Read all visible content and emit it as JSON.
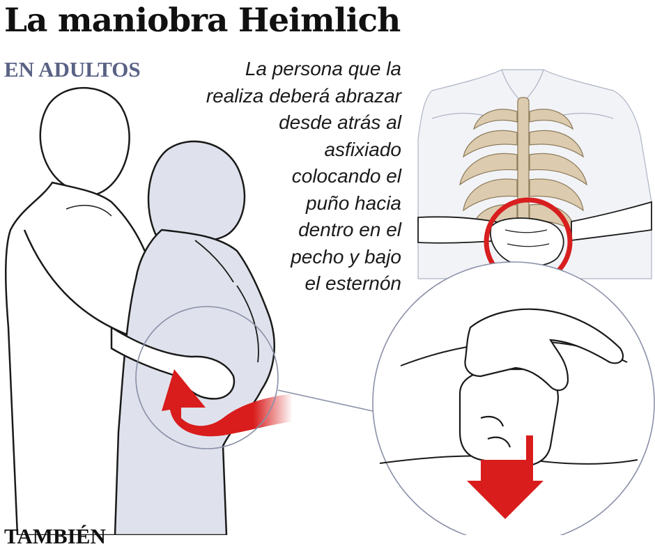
{
  "title": "La maniobra Heimlich",
  "section_label": "EN ADULTOS",
  "description_lines": [
    "La persona que la",
    "realiza deberá abrazar",
    "desde atrás al",
    "asfixiado",
    "colocando el",
    "puño hacia",
    "dentro en el",
    "pecho y bajo",
    "el esternón"
  ],
  "footer_label": "TAMBIÉN",
  "colors": {
    "arrow_red": "#d91c1c",
    "ring_red": "#d81e1e",
    "victim_fill": "#dfe2ec",
    "rescuer_fill": "#ffffff",
    "rib_fill": "#dccbae",
    "callout_stroke": "#8a90a8",
    "subtitle_blue": "#5a6285"
  },
  "icons": [
    "rescuer-figure",
    "victim-figure",
    "ribcage-icon",
    "fist-icon",
    "down-arrow-icon",
    "curved-arrow-icon"
  ]
}
